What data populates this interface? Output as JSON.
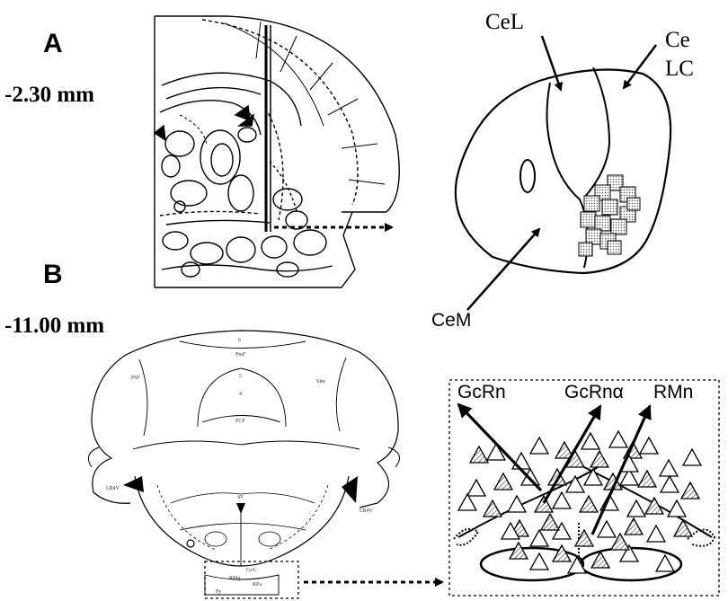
{
  "panels": {
    "a": {
      "letter": "A",
      "depth": "-2.30 mm",
      "labels": {
        "cel": "CeL",
        "ce_lc_1": "Ce",
        "ce_lc_2": "LC",
        "cem": "CeM"
      }
    },
    "b": {
      "letter": "B",
      "depth": "-11.00 mm",
      "labels": {
        "gcrn": "GcRn",
        "gcrn_alpha": "GcRnα",
        "rmn": "RMn"
      },
      "atlas_labels": {
        "six": "6",
        "pmf": "PmF",
        "five": "5",
        "four": "4",
        "pcf": "PCF",
        "psf": "PSF",
        "sim": "Sim",
        "lr4v_l": "LR4V",
        "lr4v_r": "LR4V",
        "fourv": "4V",
        "gia": "GiA",
        "rmg": "RMg",
        "rpa": "RPa",
        "py": "Py"
      }
    }
  },
  "colors": {
    "ink": "#000000",
    "stipple": "#9a9a9a",
    "background": "#ffffff"
  }
}
